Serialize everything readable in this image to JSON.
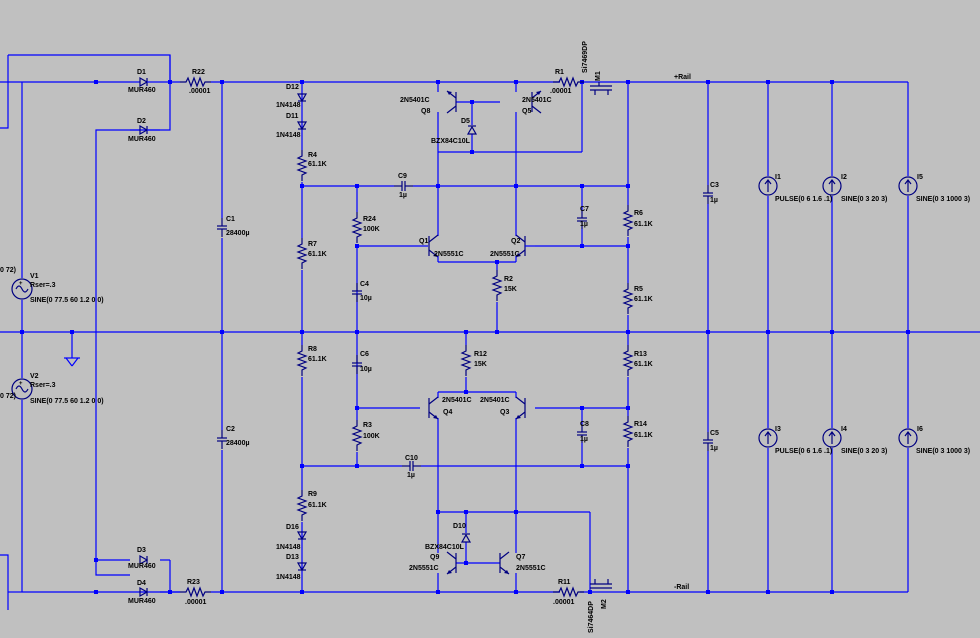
{
  "schematic": {
    "background": "#c0c0c0",
    "wire_color": "#0000ff",
    "component_color": "#000080",
    "rail_labels": {
      "positive": "+Rail",
      "negative": "-Rail"
    },
    "sources": {
      "V1": {
        "name": "V1",
        "rser": "Rser=.3",
        "value": "SINE(0 77.5 60 1.2 0 0)",
        "partial_left": "0 72)"
      },
      "V2": {
        "name": "V2",
        "rser": "Rser=.3",
        "value": "SINE(0 77.5 60 1.2 0 0)",
        "partial_left": "0 72)"
      }
    },
    "diodes": {
      "D1": {
        "name": "D1",
        "value": "MUR460"
      },
      "D2": {
        "name": "D2",
        "value": "MUR460"
      },
      "D3": {
        "name": "D3",
        "value": "MUR460"
      },
      "D4": {
        "name": "D4",
        "value": "MUR460"
      },
      "D12": {
        "name": "D12",
        "value": "1N4148"
      },
      "D11": {
        "name": "D11",
        "value": "1N4148"
      },
      "D16": {
        "name": "D16",
        "value": "1N4148"
      },
      "D13": {
        "name": "D13",
        "value": "1N4148"
      },
      "D5": {
        "name": "D5",
        "value": "BZX84C10L"
      },
      "D10": {
        "name": "D10",
        "value": "BZX84C10L"
      }
    },
    "resistors": {
      "R22": {
        "name": "R22",
        "value": ".00001"
      },
      "R23": {
        "name": "R23",
        "value": ".00001"
      },
      "R1": {
        "name": "R1",
        "value": ".00001"
      },
      "R11": {
        "name": "R11",
        "value": ".00001"
      },
      "R4": {
        "name": "R4",
        "value": "61.1K"
      },
      "R7": {
        "name": "R7",
        "value": "61.1K"
      },
      "R8": {
        "name": "R8",
        "value": "61.1K"
      },
      "R9": {
        "name": "R9",
        "value": "61.1K"
      },
      "R24": {
        "name": "R24",
        "value": "100K"
      },
      "R3": {
        "name": "R3",
        "value": "100K"
      },
      "R2": {
        "name": "R2",
        "value": "15K"
      },
      "R12": {
        "name": "R12",
        "value": "15K"
      },
      "R6": {
        "name": "R6",
        "value": "61.1K"
      },
      "R5": {
        "name": "R5",
        "value": "61.1K"
      },
      "R13": {
        "name": "R13",
        "value": "61.1K"
      },
      "R14": {
        "name": "R14",
        "value": "61.1K"
      }
    },
    "capacitors": {
      "C1": {
        "name": "C1",
        "value": "28400µ"
      },
      "C2": {
        "name": "C2",
        "value": "28400µ"
      },
      "C9": {
        "name": "C9",
        "value": "1µ"
      },
      "C10": {
        "name": "C10",
        "value": "1µ"
      },
      "C4": {
        "name": "C4",
        "value": "10µ"
      },
      "C6": {
        "name": "C6",
        "value": "10µ"
      },
      "C7": {
        "name": "C7",
        "value": "1µ"
      },
      "C8": {
        "name": "C8",
        "value": "1µ"
      },
      "C3": {
        "name": "C3",
        "value": "1µ"
      },
      "C5": {
        "name": "C5",
        "value": "1µ"
      }
    },
    "transistors": {
      "Q8": {
        "name": "Q8",
        "value": "2N5401C"
      },
      "Q5": {
        "name": "Q5",
        "value": "2N5401C"
      },
      "Q1": {
        "name": "Q1",
        "value": "2N5551C"
      },
      "Q2": {
        "name": "Q2",
        "value": "2N5551C"
      },
      "Q4": {
        "name": "Q4",
        "value": "2N5401C"
      },
      "Q3": {
        "name": "Q3",
        "value": "2N5401C"
      },
      "Q9": {
        "name": "Q9",
        "value": "2N5551C"
      },
      "Q7": {
        "name": "Q7",
        "value": "2N5551C"
      },
      "M1": {
        "name": "M1",
        "value": "Si7469DP"
      },
      "M2": {
        "name": "M2",
        "value": "Si7464DP"
      }
    },
    "current_sources": {
      "I1": {
        "name": "I1",
        "value": "PULSE(0 6 1.6 .1)"
      },
      "I2": {
        "name": "I2",
        "value": "SINE(0 3 20 3)"
      },
      "I5": {
        "name": "I5",
        "value": "SINE(0 3 1000 3)"
      },
      "I3": {
        "name": "I3",
        "value": "PULSE(0 6 1.6 .1)"
      },
      "I4": {
        "name": "I4",
        "value": "SINE(0 3 20 3)"
      },
      "I6": {
        "name": "I6",
        "value": "SINE(0 3 1000 3)"
      }
    }
  }
}
